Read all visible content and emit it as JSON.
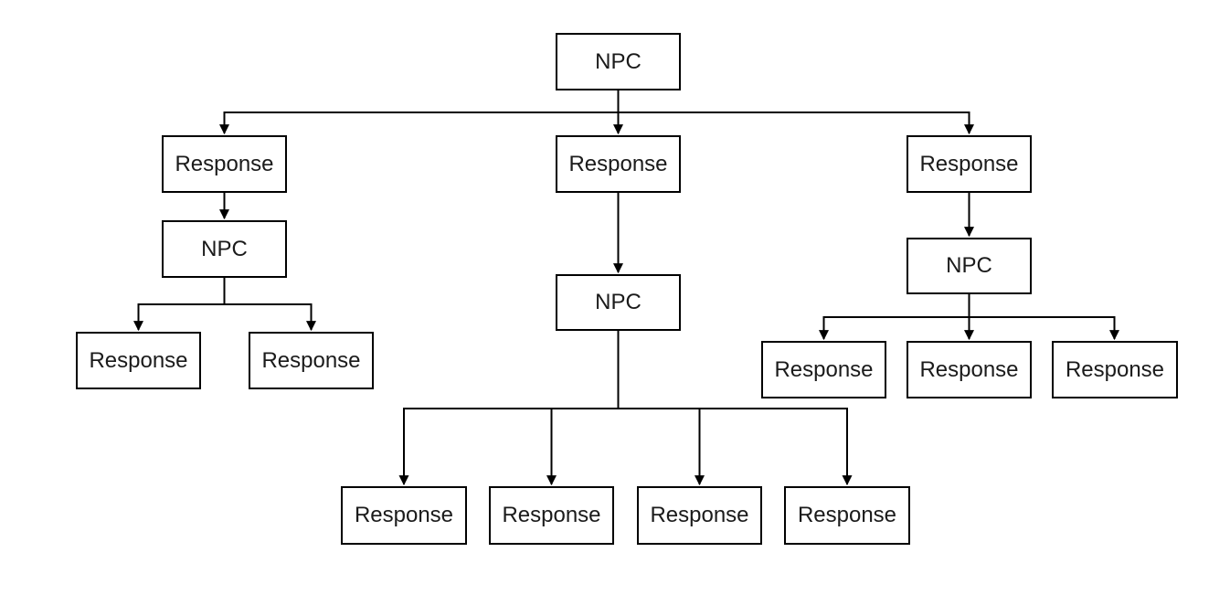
{
  "diagram": {
    "type": "tree",
    "description": "NPC dialogue tree flowchart",
    "colors": {
      "background": "#ffffff",
      "line": "#000000",
      "box_border": "#000000",
      "text": "#1b1b1b"
    },
    "nodes": [
      {
        "id": "npc-root",
        "label": "NPC",
        "level": 1,
        "parent": null,
        "children": [
          "response-left",
          "response-center",
          "response-right"
        ]
      },
      {
        "id": "response-left",
        "label": "Response",
        "level": 2,
        "parent": "npc-root",
        "children": [
          "npc-left"
        ]
      },
      {
        "id": "response-center",
        "label": "Response",
        "level": 2,
        "parent": "npc-root",
        "children": [
          "npc-center"
        ]
      },
      {
        "id": "response-right",
        "label": "Response",
        "level": 2,
        "parent": "npc-root",
        "children": [
          "npc-right"
        ]
      },
      {
        "id": "npc-left",
        "label": "NPC",
        "level": 3,
        "parent": "response-left",
        "children": [
          "response-left-1",
          "response-left-2"
        ]
      },
      {
        "id": "npc-center",
        "label": "NPC",
        "level": 3,
        "parent": "response-center",
        "children": [
          "response-center-1",
          "response-center-2",
          "response-center-3",
          "response-center-4"
        ]
      },
      {
        "id": "npc-right",
        "label": "NPC",
        "level": 3,
        "parent": "response-right",
        "children": [
          "response-right-1",
          "response-right-2",
          "response-right-3"
        ]
      },
      {
        "id": "response-left-1",
        "label": "Response",
        "level": 4,
        "parent": "npc-left",
        "children": []
      },
      {
        "id": "response-left-2",
        "label": "Response",
        "level": 4,
        "parent": "npc-left",
        "children": []
      },
      {
        "id": "response-center-1",
        "label": "Response",
        "level": 4,
        "parent": "npc-center",
        "children": []
      },
      {
        "id": "response-center-2",
        "label": "Response",
        "level": 4,
        "parent": "npc-center",
        "children": []
      },
      {
        "id": "response-center-3",
        "label": "Response",
        "level": 4,
        "parent": "npc-center",
        "children": []
      },
      {
        "id": "response-center-4",
        "label": "Response",
        "level": 4,
        "parent": "npc-center",
        "children": []
      },
      {
        "id": "response-right-1",
        "label": "Response",
        "level": 4,
        "parent": "npc-right",
        "children": []
      },
      {
        "id": "response-right-2",
        "label": "Response",
        "level": 4,
        "parent": "npc-right",
        "children": []
      },
      {
        "id": "response-right-3",
        "label": "Response",
        "level": 4,
        "parent": "npc-right",
        "children": []
      }
    ]
  }
}
